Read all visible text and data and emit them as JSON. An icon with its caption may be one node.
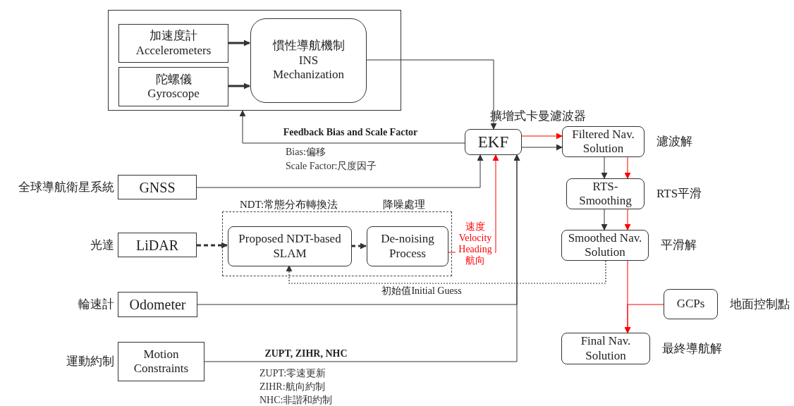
{
  "diagram": {
    "nodes": [
      {
        "text": [],
        "shape": "box"
      },
      {
        "text": [
          "加速度計",
          "Accelerometers"
        ],
        "in": 0
      },
      {
        "text": [
          "陀螺儀",
          "Gyroscope"
        ],
        "in": 0
      },
      {
        "text": [
          "慣性導航機制",
          "INS",
          "Mechanization"
        ],
        "in": 0
      },
      {
        "text": [
          "EKF"
        ],
        "beside": [
          "擴增式卡曼濾波器"
        ]
      },
      {
        "text": [
          "Filtered Nav. Solution"
        ],
        "beside": [
          "濾波解"
        ]
      },
      {
        "text": [
          "RTS-Smoothing"
        ],
        "beside": [
          "RTS平滑"
        ]
      },
      {
        "text": [
          "Smoothed Nav. Solution"
        ],
        "beside": [
          "平滑解"
        ]
      },
      {
        "text": [
          "GNSS"
        ],
        "beside": [
          "全球導航衛星系統"
        ]
      },
      {
        "text": [
          "LiDAR"
        ],
        "beside": [
          "光達"
        ]
      },
      {
        "text": [
          "NDT:常態分布轉換法",
          "降噪處理"
        ]
      },
      {
        "text": [
          "Proposed NDT-based SLAM"
        ],
        "in": 10
      },
      {
        "text": [
          "De-noising Process"
        ],
        "in": 10
      },
      {
        "text": [
          "Odometer"
        ],
        "beside": [
          "輪速計"
        ]
      },
      {
        "text": [
          "Motion Constraints"
        ],
        "beside": [
          "運動約制"
        ]
      },
      {
        "text": [
          "GCPs"
        ],
        "beside": [
          "地面控制點"
        ]
      },
      {
        "text": [
          "Final Nav. Solution"
        ],
        "beside": [
          "最終導航解"
        ]
      }
    ],
    "edges": [
      {
        "from": 1,
        "to": 3,
        "arrow": "to",
        "style": "thick"
      },
      {
        "from": 2,
        "to": 3,
        "arrow": "to",
        "style": "thick"
      },
      {
        "from": 3,
        "to": 4,
        "arrow": "to"
      },
      {
        "from": 4,
        "to": 0,
        "arrow": "to",
        "label": "Feedback Bias and Scale Factor"
      },
      {
        "from": 8,
        "to": 4,
        "arrow": "to"
      },
      {
        "from": 9,
        "to": 11,
        "arrow": "to",
        "style": "dashed"
      },
      {
        "from": 11,
        "to": 12,
        "arrow": "to",
        "style": "dashed"
      },
      {
        "from": 12,
        "to": 4,
        "arrow": "to",
        "color": "#ff0000",
        "label": "速度 Velocity Heading 航向"
      },
      {
        "from": 13,
        "to": 4,
        "arrow": "to"
      },
      {
        "from": 14,
        "to": 4,
        "arrow": "to",
        "label": "ZUPT, ZIHR, NHC"
      },
      {
        "from": 4,
        "to": 5,
        "arrow": "to",
        "color": "#ff0000"
      },
      {
        "from": 4,
        "to": 5,
        "arrow": "to"
      },
      {
        "from": 5,
        "to": 6,
        "arrow": "to"
      },
      {
        "from": 5,
        "to": 6,
        "arrow": "to",
        "color": "#ff0000"
      },
      {
        "from": 6,
        "to": 7,
        "arrow": "to"
      },
      {
        "from": 6,
        "to": 7,
        "arrow": "to",
        "color": "#ff0000"
      },
      {
        "from": 7,
        "to": 11,
        "arrow": "to",
        "style": "dashed",
        "label": "初始值Initial Guess"
      },
      {
        "from": 7,
        "to": 16,
        "arrow": "to",
        "color": "#ff0000"
      },
      {
        "from": 15,
        "to": 16,
        "arrow": "to",
        "color": "#ff0000"
      }
    ],
    "labels": [
      "Bias:偏移",
      "Scale Factor:尺度因子",
      "ZUPT:零速更新",
      "ZIHR:航向約制",
      "NHC:非諧和約制"
    ]
  }
}
